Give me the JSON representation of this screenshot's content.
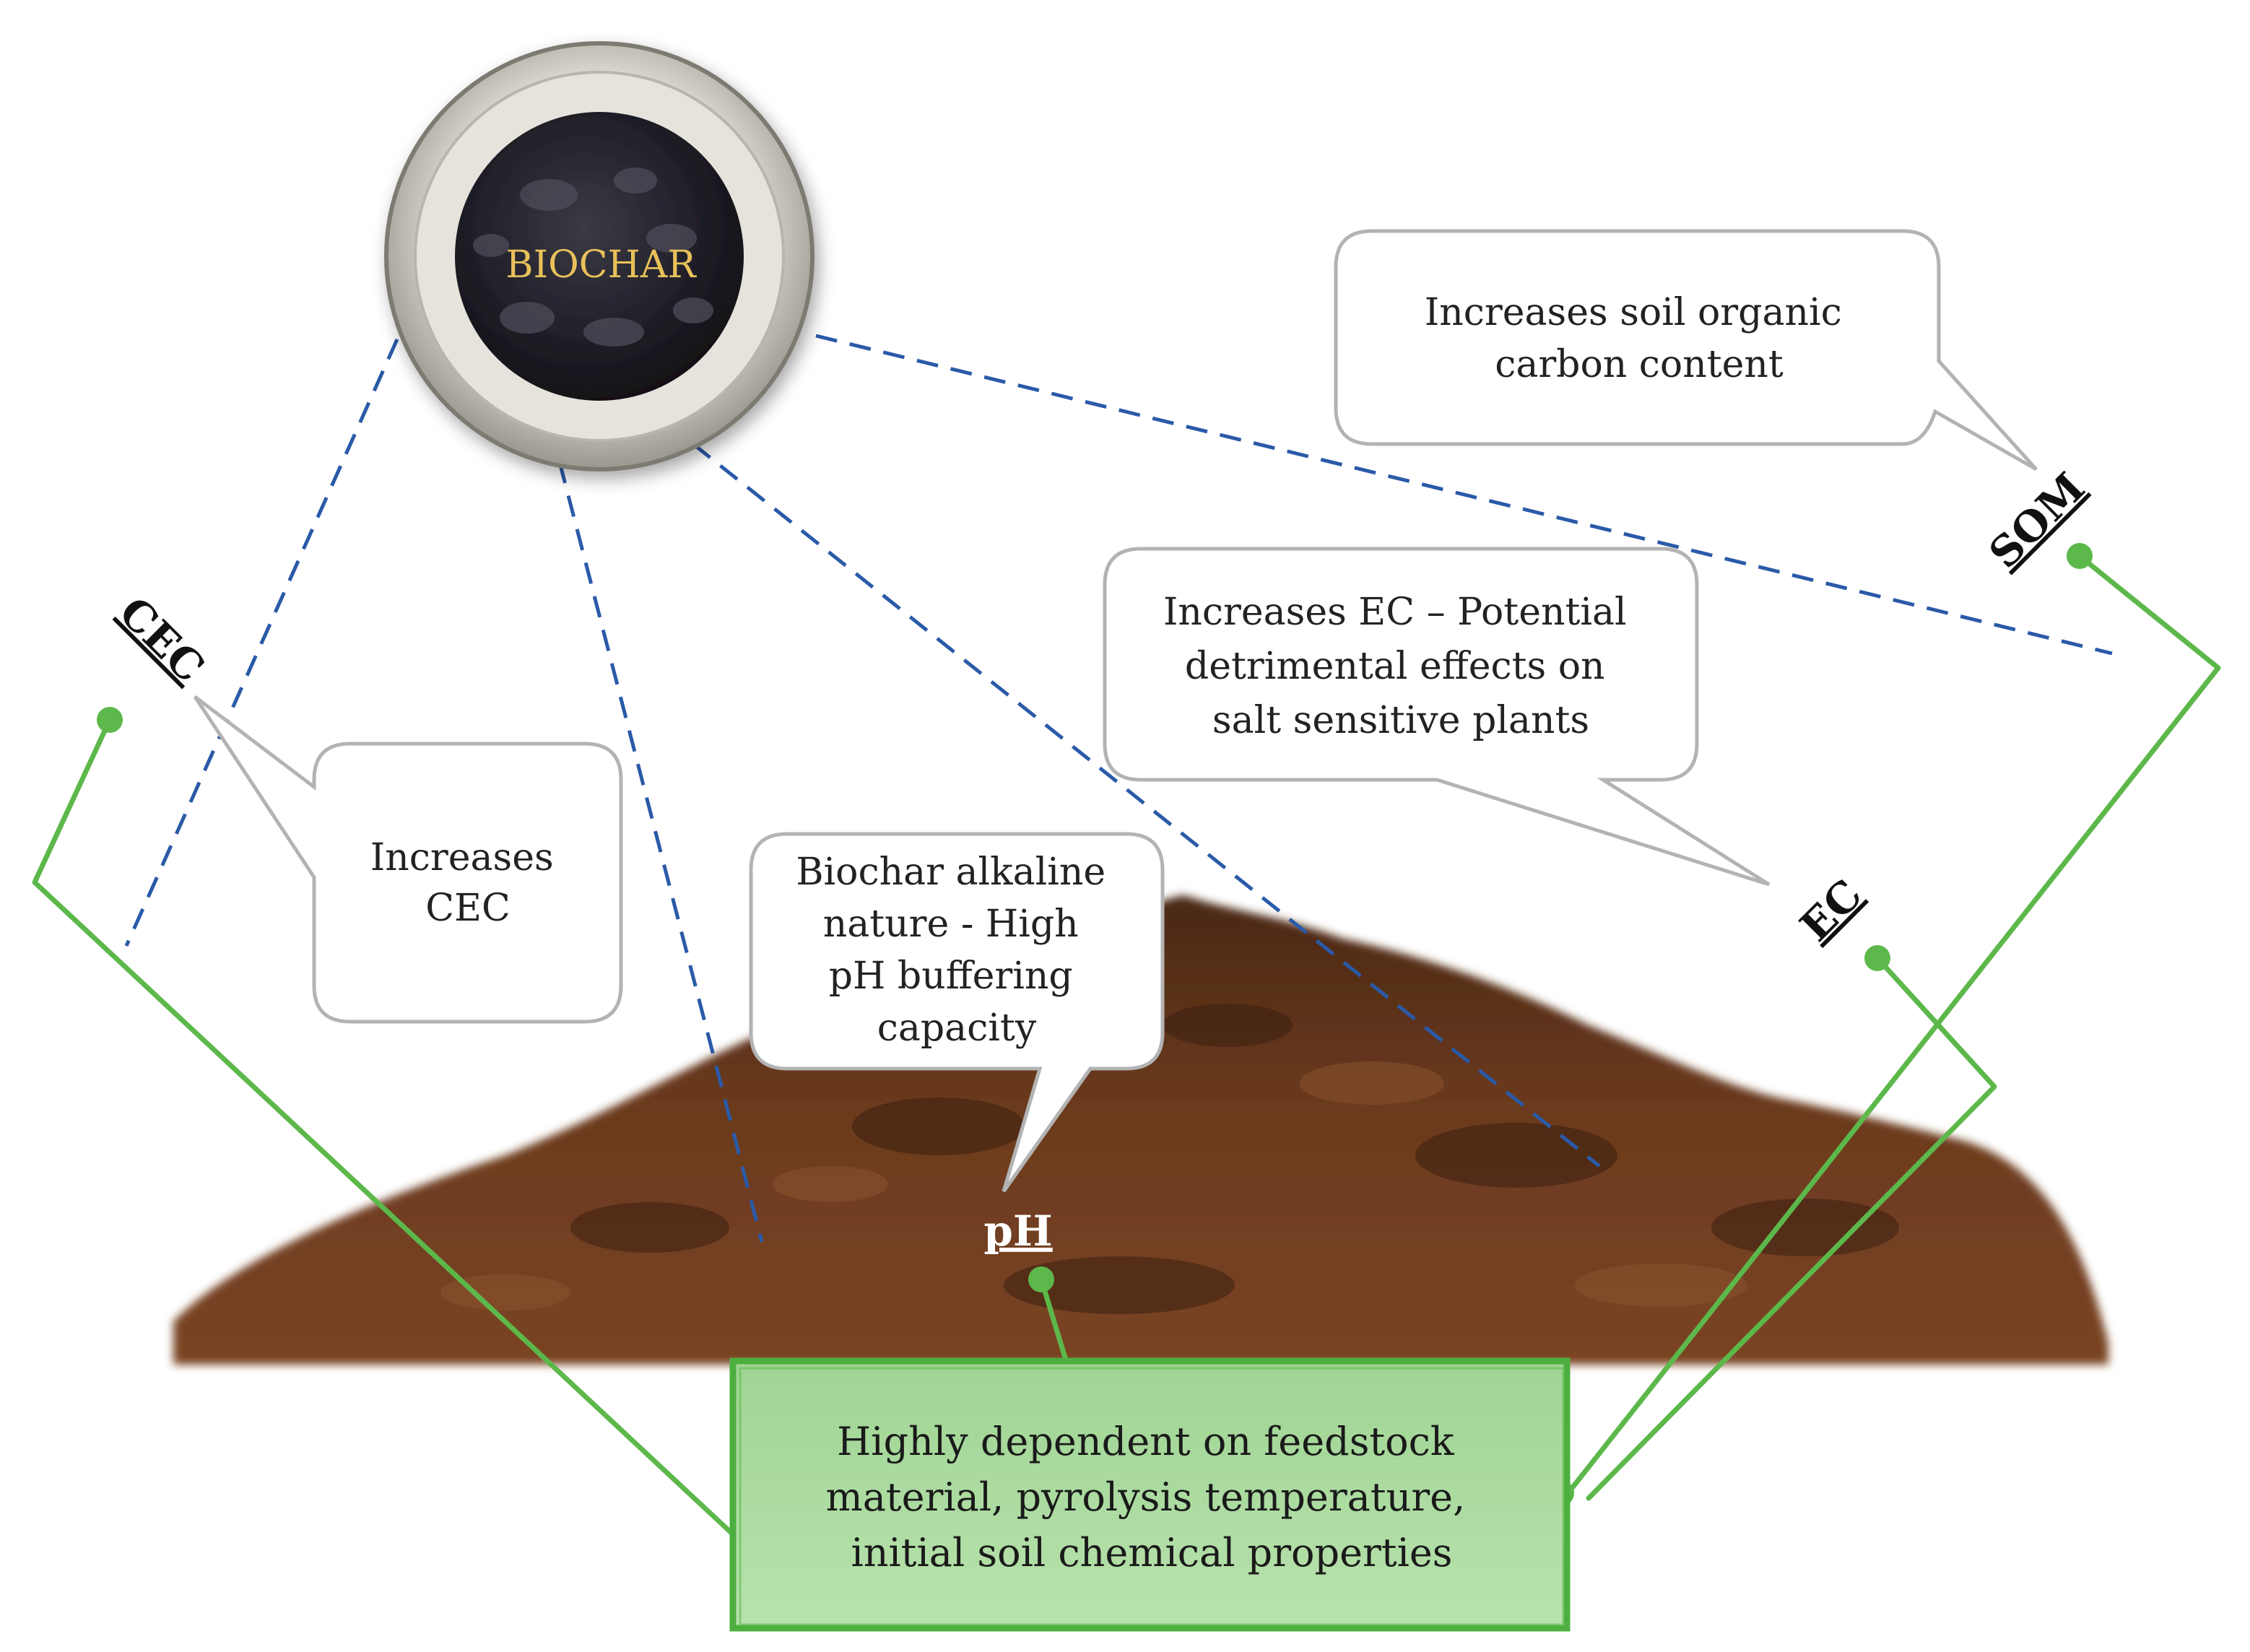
{
  "biochar": {
    "label": "BIOCHAR"
  },
  "properties": {
    "cec": {
      "label": "CEC",
      "note": [
        "Increases",
        "CEC"
      ]
    },
    "ph": {
      "label": "pH",
      "note": [
        "Biochar alkaline",
        "nature - High",
        "pH buffering",
        "capacity"
      ]
    },
    "ec": {
      "label": "EC",
      "note": [
        "Increases EC – Potential",
        "detrimental effects on",
        "salt sensitive plants"
      ]
    },
    "som": {
      "label": "SOM",
      "note": [
        "Increases soil organic",
        "carbon content"
      ]
    }
  },
  "dependency_box": {
    "lines": [
      "Highly dependent on  feedstock",
      "material,  pyrolysis temperature,",
      "initial soil chemical properties"
    ]
  },
  "colors": {
    "dashed_line": "#2a5aa8",
    "connector": "#5cb84a",
    "box_fill": "#a5d79a",
    "box_border": "#4caf3f",
    "soil": "#5a321a"
  }
}
